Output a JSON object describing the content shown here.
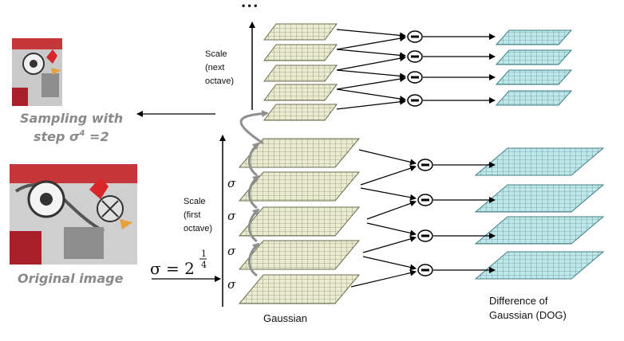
{
  "title": "",
  "colors": {
    "gaussian_fill": "#e9ecd1",
    "gaussian_grid": "#6e6e50",
    "dog_fill": "#bfe6e8",
    "dog_grid": "#3f7f86",
    "arrow": "#000000",
    "loop_arrow": "#8f8f8f",
    "caption_gray": "#8a8a8a"
  },
  "labels": {
    "ellipsis": "• • •",
    "scale_next": [
      "Scale",
      "(next",
      "octave)"
    ],
    "scale_first": [
      "Scale",
      "(first",
      "octave)"
    ],
    "sampling_caption": [
      "Sampling with",
      "step σ",
      "4",
      " =2"
    ],
    "original_caption": "Original image",
    "sigma_label": "σ",
    "sigma_formula": {
      "lhs": "σ = 2",
      "num": "1",
      "den": "4"
    },
    "gaussian": "Gaussian",
    "dog": [
      "Difference of",
      "Gaussian (DOG)"
    ],
    "minus": "−"
  },
  "images": [
    {
      "id": "small-graffiti-image",
      "description": "graffiti chicken (downsampled)"
    },
    {
      "id": "original-graffiti-image",
      "description": "graffiti chicken (original)"
    }
  ],
  "octaves": [
    {
      "name": "next",
      "gaussian_layers": 5,
      "dog_layers": 4
    },
    {
      "name": "first",
      "gaussian_layers": 5,
      "dog_layers": 4
    }
  ]
}
